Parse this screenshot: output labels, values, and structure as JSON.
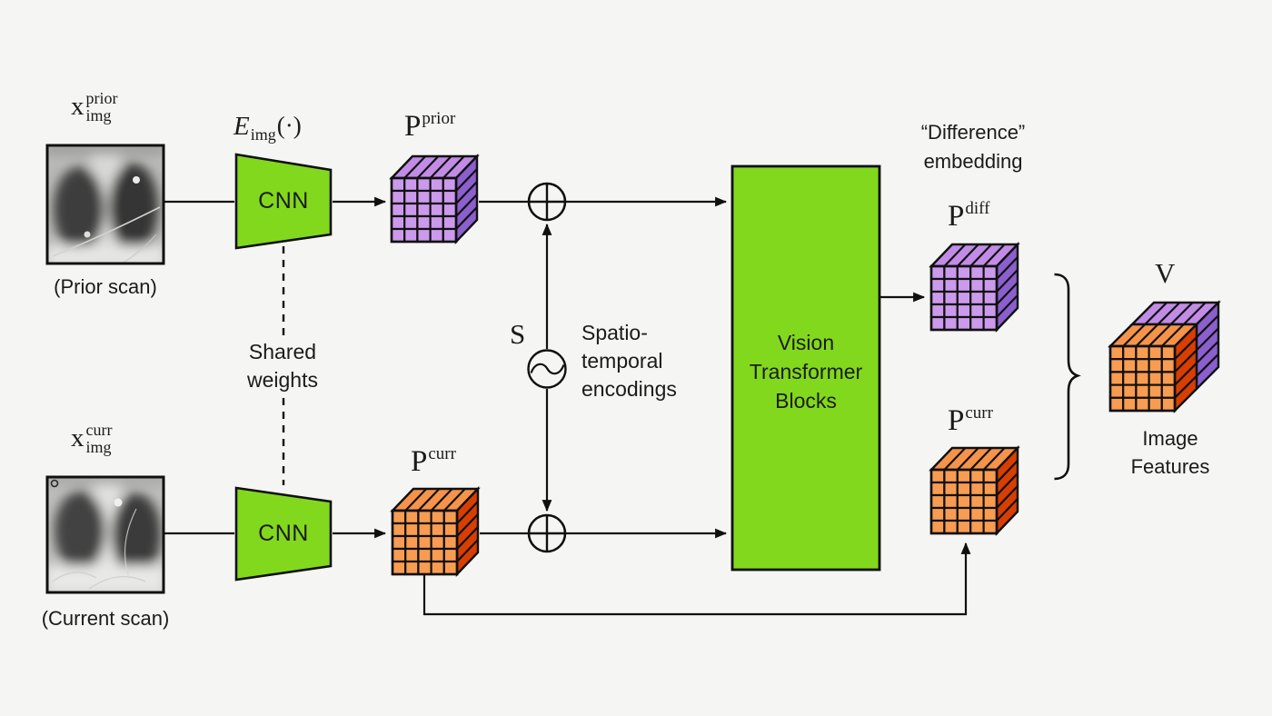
{
  "palette": {
    "background": "#f5f5f3",
    "ink": "#101010",
    "green": "#82d81c",
    "purple_front": "#cc9aec",
    "purple_top": "#c28ce6",
    "purple_side": "#8b5fce",
    "orange_front": "#f89c52",
    "orange_top": "#f5934a",
    "orange_side": "#d83e00",
    "xray_base": "#b9b9b7",
    "xray_dark": "#3c3c3c",
    "xray_bright": "#e6e6e4"
  },
  "labels": {
    "prior_input": {
      "base": "x",
      "sup": "prior",
      "sub": "img",
      "caption": "(Prior scan)"
    },
    "current_input": {
      "base": "x",
      "sup": "curr",
      "sub": "img",
      "caption": "(Current scan)"
    },
    "encoder_fn": {
      "base": "E",
      "sub": "img",
      "args": "(·)"
    },
    "cnn_top": "CNN",
    "cnn_bottom": "CNN",
    "shared_weights": {
      "line1": "Shared",
      "line2": "weights"
    },
    "p_prior": {
      "base": "P",
      "sup": "prior"
    },
    "p_curr_left": {
      "base": "P",
      "sup": "curr"
    },
    "s_symbol": "S",
    "spatio_temporal": {
      "line1": "Spatio-",
      "line2": "temporal",
      "line3": "encodings"
    },
    "vit_block": {
      "line1": "Vision",
      "line2": "Transformer",
      "line3": "Blocks"
    },
    "difference_embedding": {
      "line1": "“Difference”",
      "line2": "embedding"
    },
    "p_diff": {
      "base": "P",
      "sup": "diff"
    },
    "p_curr_right": {
      "base": "P",
      "sup": "curr"
    },
    "v_symbol": "V",
    "image_features": {
      "line1": "Image",
      "line2": "Features"
    }
  }
}
